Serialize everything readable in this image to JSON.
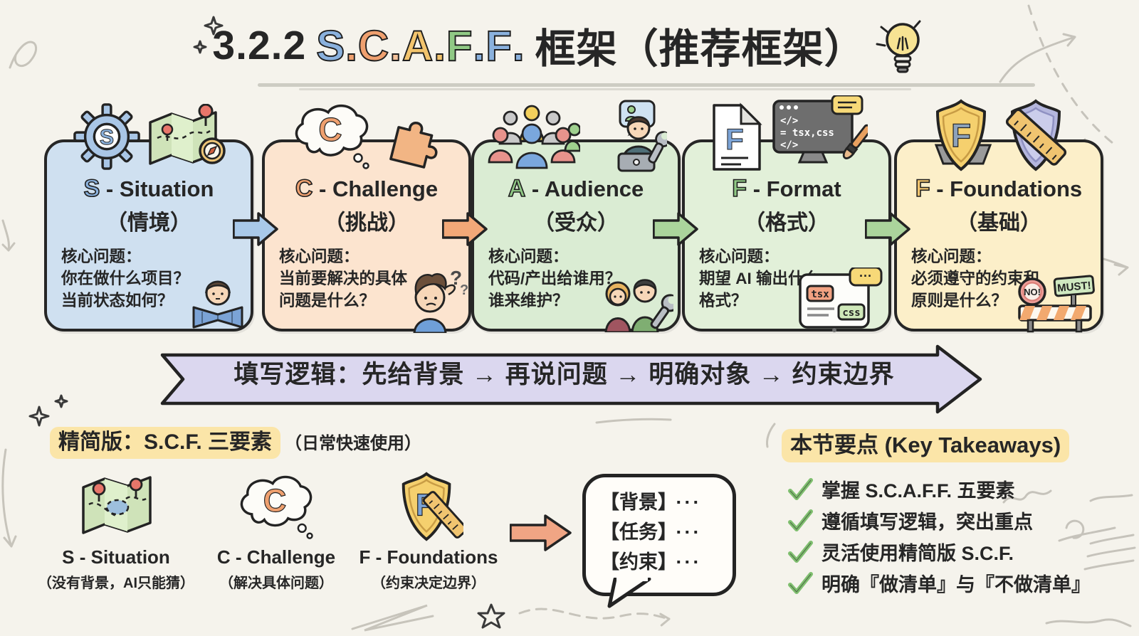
{
  "title": {
    "prefix": "3.2.2",
    "acronym": [
      "S",
      ".",
      "C",
      ".",
      "A",
      ".",
      "F",
      ".",
      "F",
      "."
    ],
    "suffix": "框架（推荐框架）",
    "bulb_icon": "lightbulb-icon"
  },
  "palette": {
    "background": "#f5f3ec",
    "ink": "#262626",
    "letter_blue": "#8ab1dd",
    "letter_orange": "#efa06f",
    "letter_yellow": "#f2c46d",
    "letter_green": "#90c985",
    "card_situation": "#cfe0f0",
    "card_challenge": "#fce4cf",
    "card_audience": "#daecd3",
    "card_format": "#e2f0d9",
    "card_foundations": "#fcefc9",
    "arrow_blue": "#a9c9e9",
    "arrow_orange": "#f2a878",
    "arrow_green": "#abd49c",
    "banner_lavender": "#dbd7ef",
    "highlight_yellow": "#fbe5a8",
    "check_green": "#7fbf6f"
  },
  "cards": [
    {
      "letter": "S",
      "rest": " - Situation",
      "subtitle": "（情境）",
      "body": [
        "核心问题：",
        "你在做什么项目？",
        "当前状态如何？"
      ],
      "icon_letter": "S",
      "icons": [
        "gear-icon",
        "map-compass-icon"
      ],
      "art": "person-reading-map"
    },
    {
      "letter": "C",
      "rest": " - Challenge",
      "subtitle": "（挑战）",
      "body": [
        "核心问题：",
        "当前要解决的具体",
        "问题是什么？"
      ],
      "icon_letter": "C",
      "icons": [
        "thought-cloud-icon",
        "puzzle-icon"
      ],
      "art": "confused-person",
      "art_q1": "?",
      "art_q2": "?"
    },
    {
      "letter": "A",
      "rest": " - Audience",
      "subtitle": "（受众）",
      "body": [
        "核心问题：",
        "代码/产出给谁用？",
        "谁来维护？"
      ],
      "icons": [
        "people-group-icon",
        "developer-laptop-icon"
      ],
      "art": "maintainers-wrench"
    },
    {
      "letter": "F",
      "rest": " - Format",
      "subtitle": "（格式）",
      "body": [
        "核心问题：",
        "期望 AI 输出什么",
        "格式？"
      ],
      "icon_letter": "F",
      "icons": [
        "document-f-icon",
        "code-monitor-icon"
      ],
      "monitor": [
        "</>",
        "= tsx,css",
        "</>"
      ],
      "art": "browser-tsx-css",
      "chip_tsx": "tsx",
      "chip_css": "css",
      "bubble_dots": "···"
    },
    {
      "letter": "F",
      "rest": " - Foundations",
      "subtitle": "（基础）",
      "body": [
        "核心问题：",
        "必须遵守的约束和",
        "原则是什么？"
      ],
      "icon_letter": "F",
      "icons": [
        "shield-f-icon",
        "shield-ruler-icon"
      ],
      "art": "no-must-barrier",
      "sign_no": "NO!",
      "sign_must": "MUST!"
    }
  ],
  "flow_banner": {
    "text": "填写逻辑：先给背景 → 再说问题 → 明确对象 → 约束边界"
  },
  "simplified": {
    "heading": "精简版：S.C.F. 三要素",
    "heading_note": "（日常快速使用）",
    "items": [
      {
        "title": "S - Situation",
        "caption": "（没有背景，AI只能猜）",
        "icon": "map-pins-icon"
      },
      {
        "title": "C - Challenge",
        "caption": "（解决具体问题）",
        "icon": "thought-cloud-icon",
        "icon_letter": "C"
      },
      {
        "title": "F - Foundations",
        "caption": "（约束决定边界）",
        "icon": "shield-f-ruler-icon",
        "icon_letter": "F"
      }
    ],
    "bubble": {
      "lines": [
        {
          "tag": "【背景】",
          "dots": "···"
        },
        {
          "tag": "【任务】",
          "dots": "···"
        },
        {
          "tag": "【约束】",
          "dots": "···"
        }
      ]
    }
  },
  "takeaways": {
    "heading": "本节要点 (Key Takeaways)",
    "items": [
      "掌握 S.C.A.F.F. 五要素",
      "遵循填写逻辑，突出重点",
      "灵活使用精简版 S.C.F.",
      "明确『做清单』与『不做清单』"
    ]
  }
}
